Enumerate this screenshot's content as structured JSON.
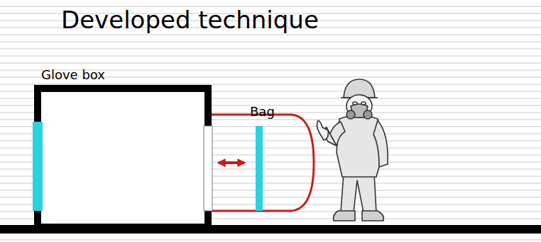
{
  "diagram": {
    "title": "Developed technique",
    "labels": [
      "Glove box",
      "Bag"
    ]
  }
}
